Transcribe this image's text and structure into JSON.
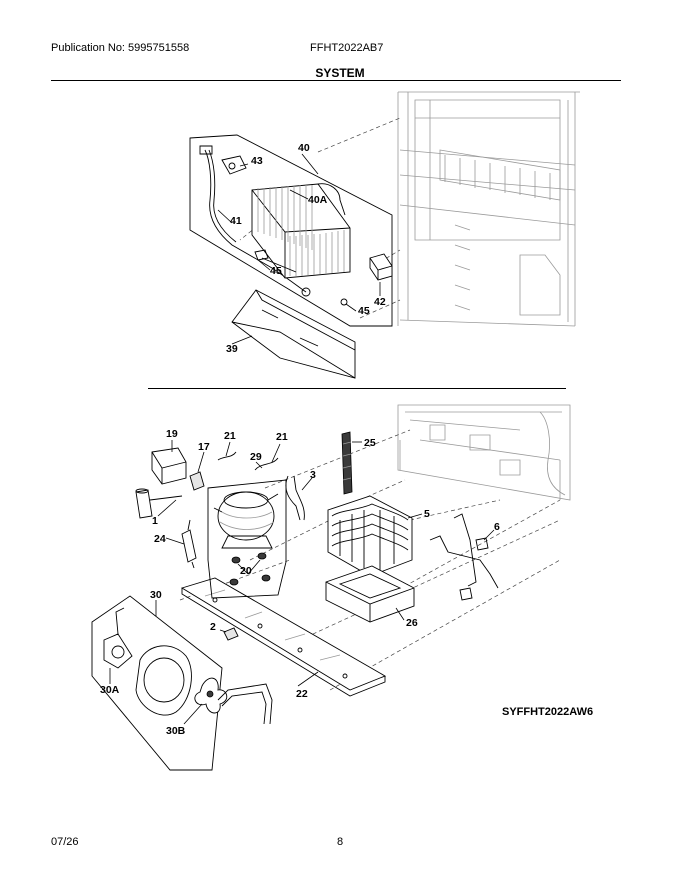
{
  "header": {
    "publication": "Publication No: 5995751558",
    "model": "FFHT2022AB7",
    "section_title": "SYSTEM"
  },
  "diagram_code": "SYFFHT2022AW6",
  "footer": {
    "date": "07/26",
    "page": "8"
  },
  "callouts": {
    "c40": "40",
    "c43": "43",
    "c40A": "40A",
    "c41": "41",
    "c45a": "45",
    "c42": "42",
    "c45b": "45",
    "c39": "39",
    "c19": "19",
    "c17": "17",
    "c21a": "21",
    "c29": "29",
    "c21b": "21",
    "c3": "3",
    "c25": "25",
    "c1": "1",
    "c5": "5",
    "c6": "6",
    "c24": "24",
    "c20": "20",
    "c26": "26",
    "c30": "30",
    "c2": "2",
    "c30A": "30A",
    "c22": "22",
    "c30B": "30B"
  }
}
